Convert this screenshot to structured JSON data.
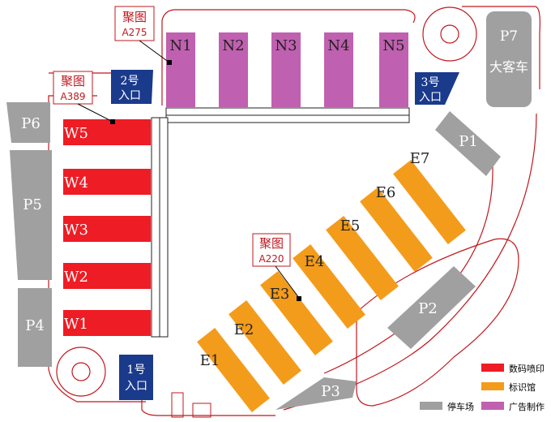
{
  "halls": {
    "north": [
      {
        "id": "N1"
      },
      {
        "id": "N2"
      },
      {
        "id": "N3"
      },
      {
        "id": "N4"
      },
      {
        "id": "N5"
      }
    ],
    "west": [
      {
        "id": "W5"
      },
      {
        "id": "W4"
      },
      {
        "id": "W3"
      },
      {
        "id": "W2"
      },
      {
        "id": "W1"
      }
    ],
    "east": [
      {
        "id": "E1"
      },
      {
        "id": "E2"
      },
      {
        "id": "E3"
      },
      {
        "id": "E4"
      },
      {
        "id": "E5"
      },
      {
        "id": "E6"
      },
      {
        "id": "E7"
      }
    ]
  },
  "parking": {
    "p1": "P1",
    "p2": "P2",
    "p3": "P3",
    "p4": "P4",
    "p5": "P5",
    "p6": "P6",
    "p7": "P7",
    "p7_sub": "大客车"
  },
  "entrances": {
    "e1": {
      "line1": "1号",
      "line2": "入口"
    },
    "e2": {
      "line1": "2号",
      "line2": "入口"
    },
    "e3": {
      "line1": "3号",
      "line2": "入口"
    }
  },
  "callouts": {
    "a275": {
      "brand": "聚图",
      "booth": "A275"
    },
    "a389": {
      "brand": "聚图",
      "booth": "A389"
    },
    "a220": {
      "brand": "聚图",
      "booth": "A220"
    }
  },
  "legend": {
    "digital": "数码喷印",
    "signage": "标识馆",
    "parking": "停车场",
    "advertising": "广告制作"
  },
  "colors": {
    "digital": "#ee1c25",
    "signage": "#f39c1b",
    "parking": "#a0a0a0",
    "advertising": "#c060b0",
    "entrance": "#1a3a8c",
    "outline": "#c0181e"
  }
}
